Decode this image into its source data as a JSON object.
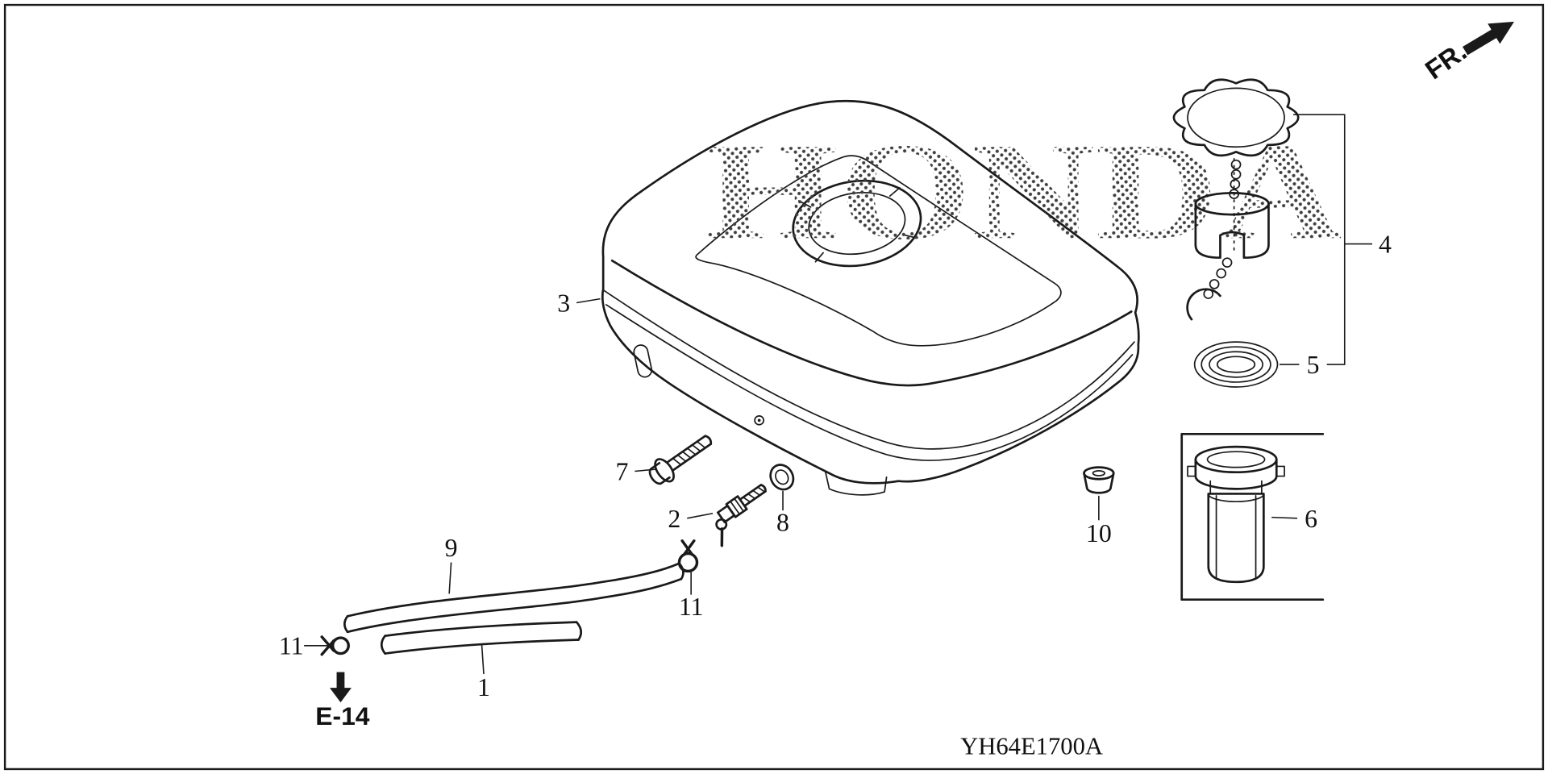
{
  "page": {
    "code": "YH64E1700A",
    "direction_label": "FR.",
    "reference_label": "E-14",
    "watermark": "HONDA"
  },
  "callouts": [
    {
      "label": "1"
    },
    {
      "label": "2"
    },
    {
      "label": "3"
    },
    {
      "label": "4"
    },
    {
      "label": "5"
    },
    {
      "label": "6"
    },
    {
      "label": "7"
    },
    {
      "label": "8"
    },
    {
      "label": "9"
    },
    {
      "label": "10"
    },
    {
      "label": "11"
    },
    {
      "label": "11"
    }
  ],
  "colors": {
    "line": "#1a1a1a",
    "background": "#ffffff",
    "watermark_dot": "#3f3f3f"
  }
}
